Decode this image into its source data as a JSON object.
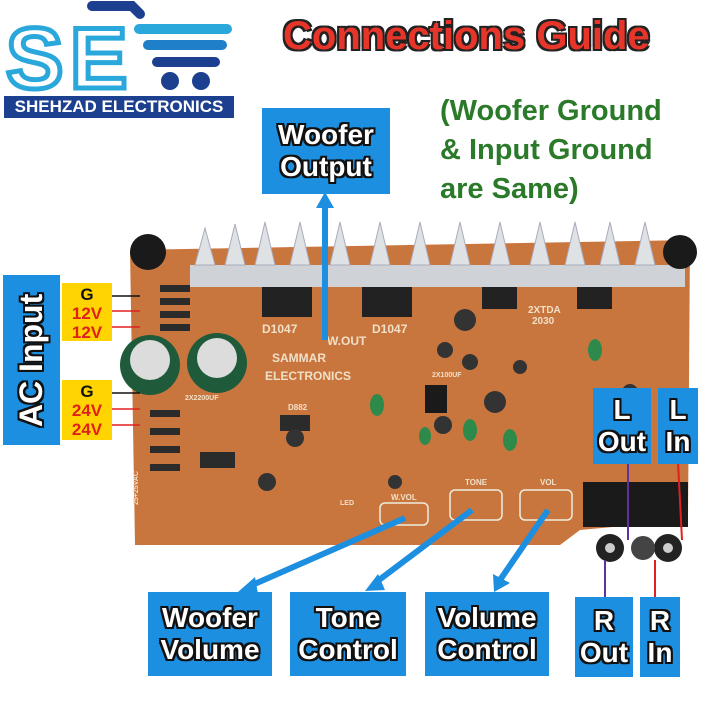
{
  "logo": {
    "initials": "SE",
    "brand": "SHEHZAD ELECTRONICS"
  },
  "title": "Connections Guide",
  "note": [
    "(Woofer Ground",
    "& Input Ground",
    "are Same)"
  ],
  "labels": {
    "woofer_output": [
      "Woofer",
      "Output"
    ],
    "ac_input": "AC Input",
    "low_voltage": {
      "ground": "G",
      "v1": "12V",
      "v2": "12V"
    },
    "high_voltage": {
      "ground": "G",
      "v1": "24V",
      "v2": "24V"
    },
    "l_out": [
      "L",
      "Out"
    ],
    "l_in": [
      "L",
      "In"
    ],
    "r_out": [
      "R",
      "Out"
    ],
    "r_in": [
      "R",
      "In"
    ],
    "woofer_volume": [
      "Woofer",
      "Volume"
    ],
    "tone_control": [
      "Tone",
      "Control"
    ],
    "volume_control": [
      "Volume",
      "Control"
    ]
  },
  "board": {
    "maker": [
      "SAMMAR",
      "ELECTRONICS"
    ],
    "transistor_left": "D1047",
    "transistor_right": "D1047",
    "amp_ic": [
      "2XTDA",
      "2030"
    ],
    "w_out": "W.OUT",
    "w_vol": "W.VOL",
    "tone": "TONE",
    "vol": "VOL",
    "d882": "D882",
    "cap_2200": "2X2200UF",
    "ac_label": "25+25VAC",
    "cap_100": "2X100UF",
    "led": "LED"
  },
  "colors": {
    "label_bg": "#1d8fe0",
    "title": "#e8352a",
    "note": "#2a7a2a",
    "board": "#c9763e",
    "voltage_bg": "#ffd400"
  }
}
